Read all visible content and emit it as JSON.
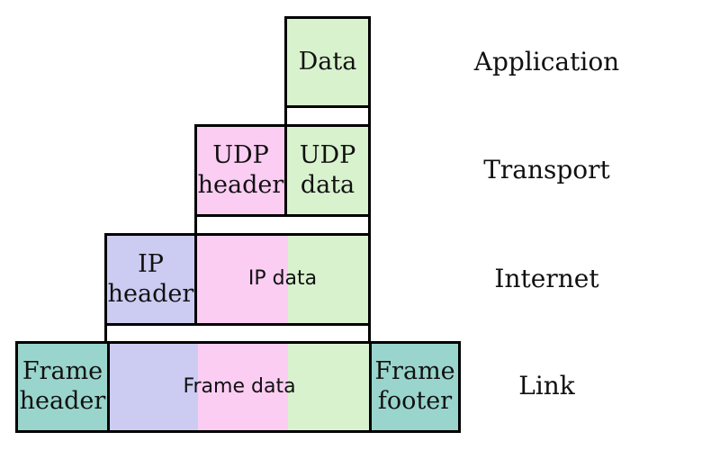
{
  "layers": {
    "application": {
      "label": "Application"
    },
    "transport": {
      "label": "Transport"
    },
    "internet": {
      "label": "Internet"
    },
    "link": {
      "label": "Link"
    }
  },
  "boxes": {
    "data": {
      "label": "Data"
    },
    "udp_header": {
      "line1": "UDP",
      "line2": "header"
    },
    "udp_data": {
      "line1": "UDP",
      "line2": "data"
    },
    "ip_header": {
      "line1": "IP",
      "line2": "header"
    },
    "ip_data": {
      "label": "IP data"
    },
    "frame_header": {
      "line1": "Frame",
      "line2": "header"
    },
    "frame_data": {
      "label": "Frame data"
    },
    "frame_footer": {
      "line1": "Frame",
      "line2": "footer"
    }
  },
  "colors": {
    "green": "#d8f2ce",
    "pink": "#fbcdf3",
    "lavender": "#ccccf2",
    "teal": "#99d5cc",
    "border": "#000000",
    "background": "#ffffff"
  }
}
